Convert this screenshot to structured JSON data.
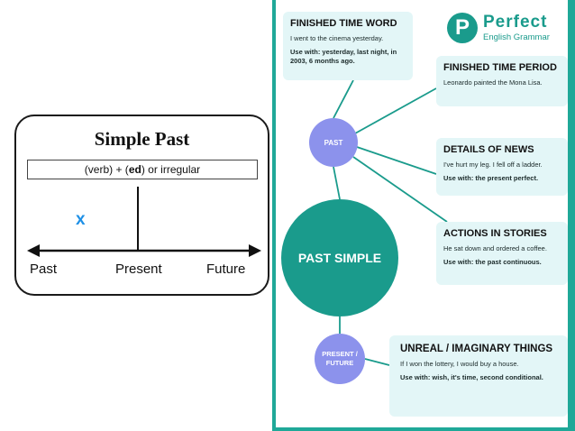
{
  "timeline": {
    "title": "Simple Past",
    "formula_pre": "(verb) + (",
    "formula_bold": "ed",
    "formula_post": ")  or  irregular",
    "marker": "x",
    "labels": {
      "past": "Past",
      "present": "Present",
      "future": "Future"
    }
  },
  "infographic": {
    "logo": {
      "icon_letter": "P",
      "word": "Perfect",
      "sub": "English Grammar"
    },
    "center": "PAST SIMPLE",
    "past_node": "PAST",
    "present_future_node": [
      "PRESENT /",
      "FUTURE"
    ],
    "boxes": {
      "finished_time_word": {
        "title": "FINISHED TIME WORD",
        "example": "I went to the cinema yesterday.",
        "use": "Use with: yesterday, last night, in 2003, 6 months ago."
      },
      "finished_time_period": {
        "title": "FINISHED TIME PERIOD",
        "example": "Leonardo painted the Mona Lisa."
      },
      "details_of_news": {
        "title": "DETAILS OF NEWS",
        "example": "I've hurt my leg. I fell off a ladder.",
        "use": "Use with: the present perfect."
      },
      "actions_in_stories": {
        "title": "ACTIONS IN STORIES",
        "example": "He sat down and ordered a coffee.",
        "use": "Use with: the past continuous."
      },
      "unreal_things": {
        "title": "UNREAL / IMAGINARY THINGS",
        "example": "If I won the lottery, I would buy a house.",
        "use": "Use with: wish, it's time, second conditional."
      }
    },
    "colors": {
      "teal": "#1a9b8c",
      "lavender": "#8c92ec",
      "box_bg": "#e3f6f7",
      "border": "#1fa898"
    }
  }
}
